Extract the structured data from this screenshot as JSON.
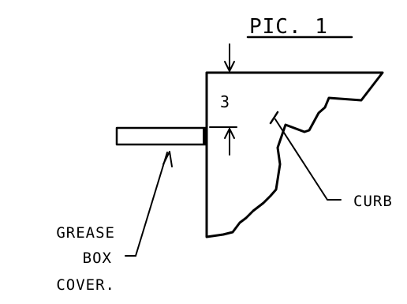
{
  "drawing": {
    "title": "PIC. 1",
    "dimension_label": "3",
    "curb_label": "CURB",
    "grease_label_lines": [
      "GREASE",
      "BOX",
      "COVER."
    ]
  },
  "colors": {
    "ink": "#000000",
    "background": "#ffffff"
  }
}
